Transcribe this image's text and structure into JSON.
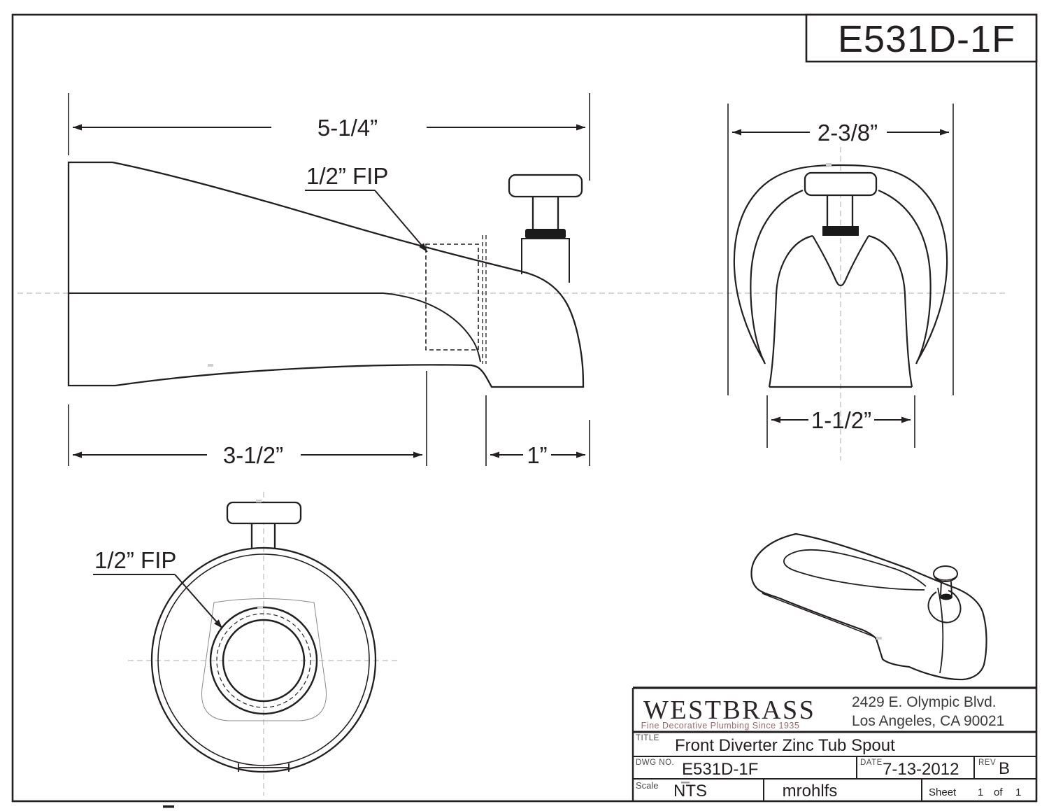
{
  "page": {
    "part_number_box": "E531D-1F"
  },
  "views": {
    "side": {
      "dim_overall": "5-1/4”",
      "fip_label": "1/2” FIP",
      "dim_body": "3-1/2”",
      "dim_tip": "1”"
    },
    "front": {
      "dim_width": "2-3/8”",
      "dim_bottom": "1-1/2”"
    },
    "back": {
      "fip_label": "1/2” FIP"
    }
  },
  "title_block": {
    "company": "WESTBRASS",
    "tagline": "Fine Decorative Plumbing Since 1935",
    "address_line1": "2429 E. Olympic Blvd.",
    "address_line2": "Los Angeles, CA 90021",
    "title_label": "TITLE",
    "title": "Front Diverter Zinc Tub Spout",
    "dwg_no_label": "DWG NO.",
    "dwg_no": "E531D-1F",
    "date_label": "DATE",
    "date": "7-13-2012",
    "rev_label": "REV",
    "rev": "B",
    "scale_label": "Scale",
    "scale": "NTS",
    "author": "mrohlfs",
    "sheet_label": "Sheet",
    "sheet_num": "1",
    "sheet_of": "of",
    "sheet_total": "1"
  },
  "colors": {
    "line": "#231f20",
    "centerline": "#bcbcbc",
    "tagline": "#9c686c"
  }
}
